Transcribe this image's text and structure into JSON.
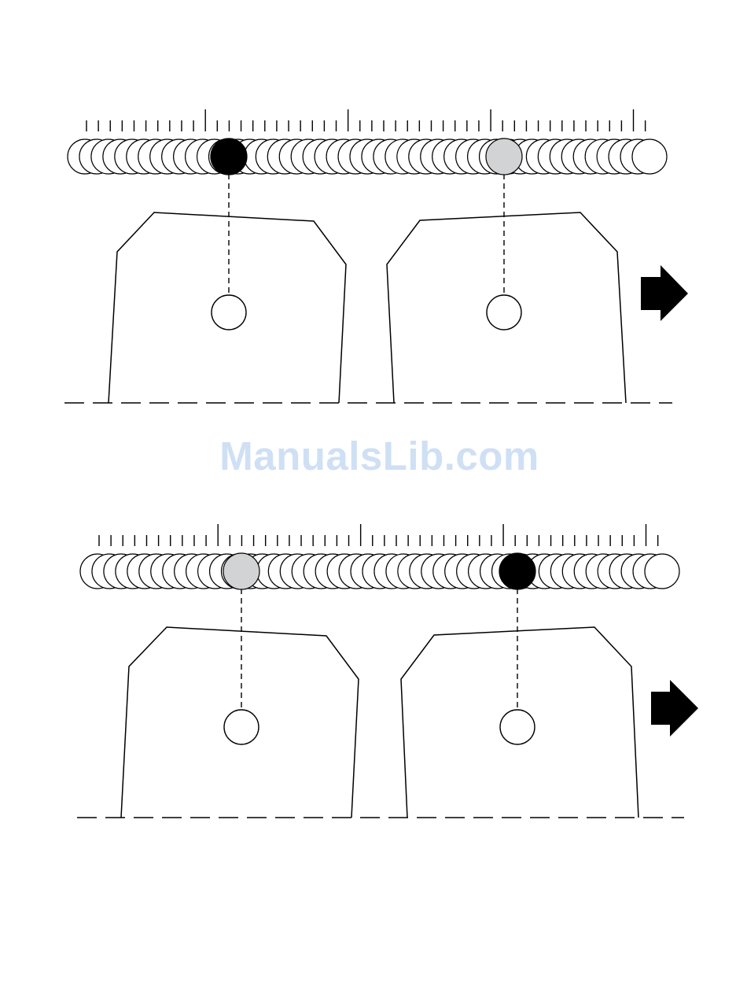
{
  "watermark": {
    "text": "ManualsLib.com"
  },
  "colors": {
    "line": "#000000",
    "active_marker": "#000000",
    "secondary_marker": "#d1d3d4",
    "coil_fill": "#ffffff",
    "watermark": "#cfe0f5",
    "arrow": "#000000"
  },
  "panels": [
    {
      "name": "upper",
      "markers": [
        {
          "fill": "active_marker",
          "icon": "filled-black-circle"
        },
        {
          "fill": "secondary_marker",
          "icon": "filled-grey-circle"
        }
      ],
      "direction_icon": "right-arrow-icon"
    },
    {
      "name": "lower",
      "markers": [
        {
          "fill": "secondary_marker",
          "icon": "filled-grey-circle"
        },
        {
          "fill": "active_marker",
          "icon": "filled-black-circle"
        }
      ],
      "direction_icon": "right-arrow-icon"
    }
  ]
}
